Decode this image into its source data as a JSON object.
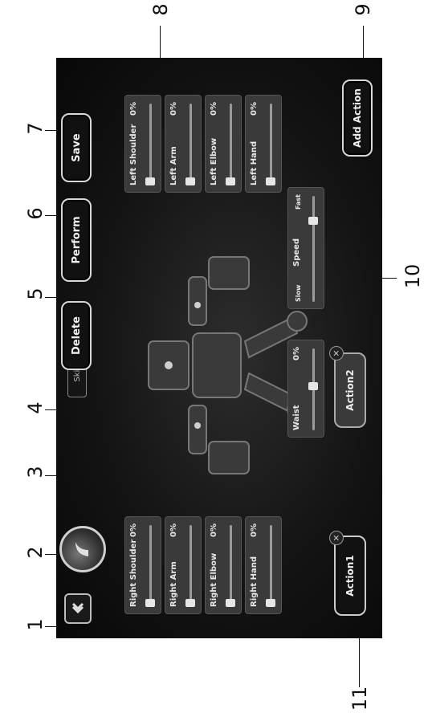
{
  "callouts": [
    "1",
    "2",
    "3",
    "4",
    "5",
    "6",
    "7",
    "8",
    "9",
    "10",
    "11"
  ],
  "header": {
    "skill_name": "Skill28"
  },
  "toolbar": {
    "delete_label": "Delete",
    "perform_label": "Perform",
    "save_label": "Save"
  },
  "sliders": [
    {
      "label": "Right Shoulder",
      "value": "0%",
      "level": 0.0
    },
    {
      "label": "Right Arm",
      "value": "0%",
      "level": 0.0
    },
    {
      "label": "Right Elbow",
      "value": "0%",
      "level": 0.0
    },
    {
      "label": "Right Hand",
      "value": "0%",
      "level": 0.0
    },
    {
      "label": "Left Shoulder",
      "value": "0%",
      "level": 0.0
    },
    {
      "label": "Left Arm",
      "value": "0%",
      "level": 0.0
    },
    {
      "label": "Left Elbow",
      "value": "0%",
      "level": 0.0
    },
    {
      "label": "Left Hand",
      "value": "0%",
      "level": 0.0
    }
  ],
  "waist": {
    "label": "Waist",
    "value": "0%"
  },
  "speed": {
    "label": "Speed",
    "slow": "Slow",
    "fast": "Fast",
    "level": 0.8
  },
  "actions": [
    {
      "label": "Action1"
    },
    {
      "label": "Action2"
    }
  ],
  "add_action_label": "Add Action",
  "icons": {
    "back": "chevron-left-icon",
    "avatar": "robot-avatar-icon",
    "remove": "close-icon"
  }
}
